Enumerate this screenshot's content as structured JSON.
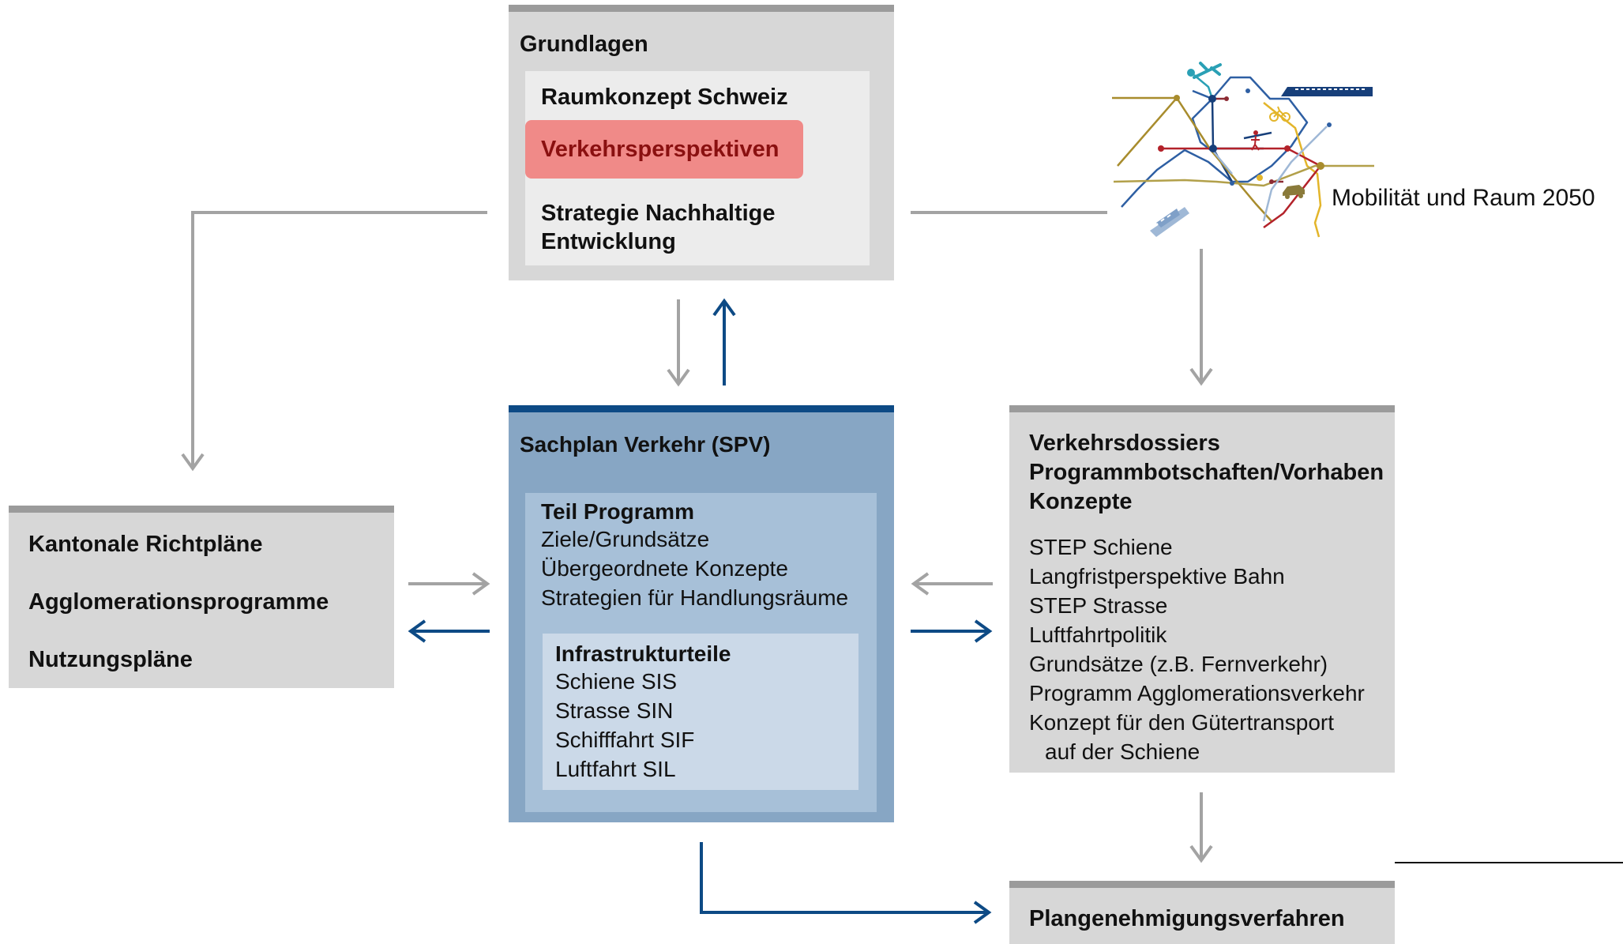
{
  "colors": {
    "gray_box": "#d7d7d7",
    "gray_border": "#9b9b9b",
    "gray_arrow": "#a3a3a3",
    "blue_box": "#87a6c4",
    "blue_border": "#0d4a85",
    "blue_arrow": "#0d4a85",
    "highlight": "#f08a88",
    "highlight_text": "#8a1010"
  },
  "grundlagen": {
    "title": "Grundlagen",
    "items": [
      "Raumkonzept Schweiz",
      "Verkehrsperspektiven",
      "Strategie Nachhaltige",
      "Entwicklung"
    ]
  },
  "mobility": {
    "caption": "Mobilität und Raum 2050"
  },
  "sachplan": {
    "title": "Sachplan Verkehr (SPV)",
    "teil_title": "Teil Programm",
    "teil_items": [
      "Ziele/Grundsätze",
      "Übergeordnete Konzepte",
      "Strategien für Handlungsräume"
    ],
    "infra_title": "Infrastrukturteile",
    "infra_items": [
      "Schiene SIS",
      "Strasse SIN",
      "Schifffahrt SIF",
      "Luftfahrt SIL"
    ]
  },
  "kantonal": {
    "items": [
      "Kantonale Richtpläne",
      "Agglomerationsprogramme",
      "Nutzungspläne"
    ]
  },
  "dossiers": {
    "title": [
      "Verkehrsdossiers",
      "Programmbotschaften/Vorhaben",
      "Konzepte"
    ],
    "items": [
      "STEP Schiene",
      "Langfristperspektive Bahn",
      "STEP Strasse",
      "Luftfahrtpolitik",
      "Grundsätze (z.B. Fernverkehr)",
      "Programm Agglomerationsverkehr",
      "Konzept für den Gütertransport",
      "auf der Schiene"
    ]
  },
  "plangenehmigung": {
    "title": "Plangenehmigungsverfahren"
  }
}
